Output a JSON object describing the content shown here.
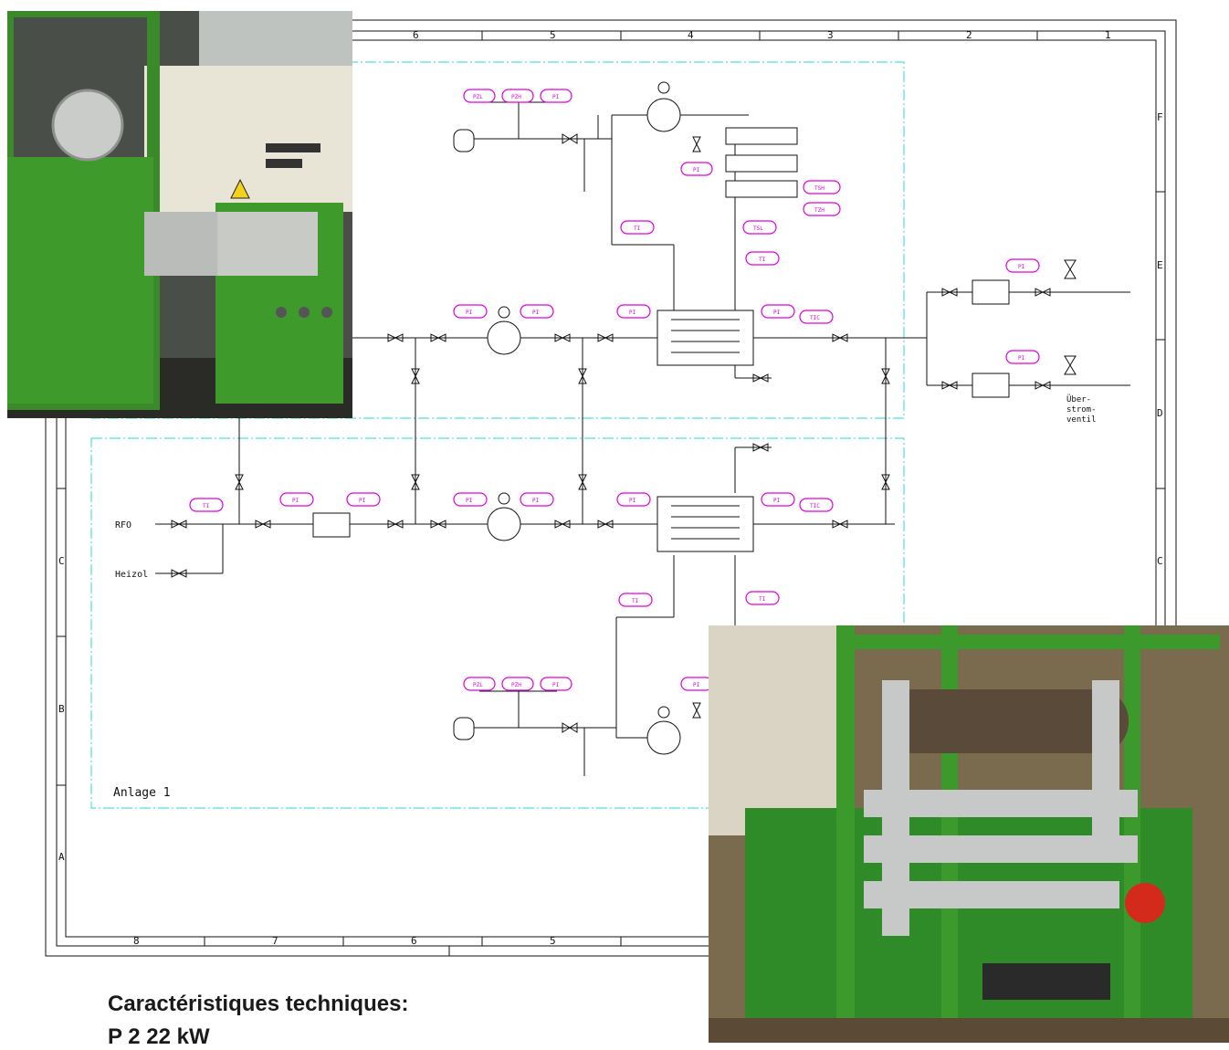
{
  "diagram": {
    "column_labels": [
      "6",
      "5",
      "4",
      "3",
      "2",
      "1"
    ],
    "bottom_column_labels": [
      "8",
      "7",
      "6",
      "5"
    ],
    "row_labels_right": [
      "F",
      "E",
      "D",
      "C"
    ],
    "row_labels_left": [
      "C",
      "B",
      "A"
    ],
    "inputs": {
      "rfo": "RFO",
      "heizol": "Heizol"
    },
    "valve_label": "Über-\nstrom-\nventil",
    "valve_label_lines": [
      "Über-",
      "strom-",
      "ventil"
    ],
    "system_label": "Anlage 1",
    "instrument_tags": {
      "pi": "PI",
      "ti": "TI",
      "pzl": "PZL",
      "pzh": "PZH",
      "tsh": "TSH",
      "tzh": "TZH",
      "tsl": "TSL",
      "tic": "TIC"
    }
  },
  "caption": {
    "title": "Caractéristiques techniques:",
    "line2": "P                   2    22 kW"
  },
  "colors": {
    "instrument": "#e000e0",
    "boundary": "#4fe0e0",
    "line": "#111111",
    "frame_green": "#3a8a2a"
  }
}
